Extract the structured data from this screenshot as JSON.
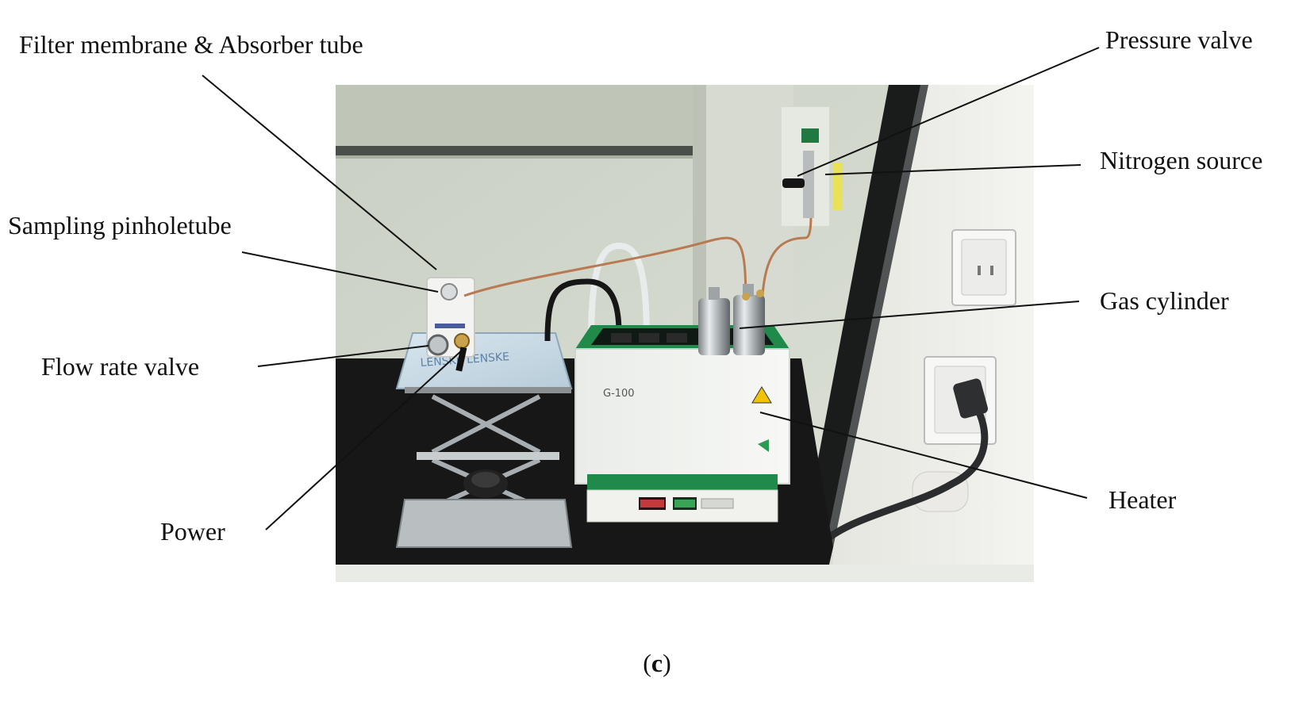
{
  "figure": {
    "labels": {
      "filter_membrane": "Filter membrane & Absorber tube",
      "sampling_pinhole": "Sampling pinholetube",
      "flow_rate_valve": "Flow rate valve",
      "power": "Power",
      "pressure_valve": "Pressure valve",
      "nitrogen_source": "Nitrogen source",
      "gas_cylinder": "Gas cylinder",
      "heater": "Heater"
    },
    "device_marking": "G-100",
    "caption_open": "(",
    "caption_letter": "c",
    "caption_close": ")"
  }
}
